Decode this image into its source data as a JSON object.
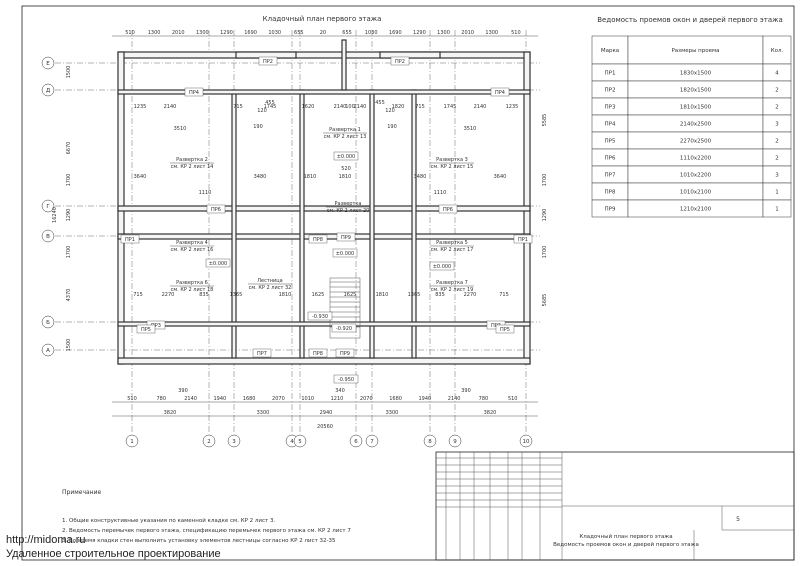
{
  "plan": {
    "title": "Кладочный план первого этажа",
    "axes_vertical": [
      "1",
      "2",
      "3",
      "4",
      "5",
      "6",
      "7",
      "8",
      "9",
      "10"
    ],
    "axes_horizontal": [
      "Е",
      "Д",
      "Г",
      "В",
      "Б",
      "А"
    ],
    "dims_top": [
      "510",
      "1300",
      "2010",
      "1300",
      "1290",
      "1690",
      "1030",
      "655",
      "20",
      "655",
      "1030",
      "1690",
      "1290",
      "1300",
      "2010",
      "1300",
      "510"
    ],
    "dims_bottom_1": [
      "510",
      "780",
      "2140",
      "1940",
      "1680",
      "2070",
      "1010",
      "1210",
      "2070",
      "1680",
      "1940",
      "2140",
      "780",
      "510"
    ],
    "dims_bottom_2": [
      "3820",
      "3300",
      "2940",
      "3300",
      "3820"
    ],
    "dims_bottom_total": "20560",
    "dims_left": [
      "1500",
      "6670",
      "1700",
      "1290",
      "1700",
      "4370",
      "1500"
    ],
    "dims_left_total": "16240",
    "dims_right": [
      "5585",
      "1700",
      "1290",
      "1700",
      "5685"
    ],
    "inner_dims": [
      "1235",
      "2140",
      "715",
      "1745",
      "1620",
      "2140",
      "100",
      "2140",
      "1820",
      "715",
      "1745",
      "2140",
      "1235",
      "3640",
      "3480",
      "1810",
      "1810",
      "3480",
      "3640",
      "715",
      "2270",
      "835",
      "1365",
      "1810",
      "1625",
      "1625",
      "1810",
      "1365",
      "835",
      "2270",
      "715",
      "3510",
      "3510",
      "1110",
      "1110",
      "455",
      "455",
      "120",
      "120",
      "190",
      "190",
      "340",
      "390",
      "390",
      "520"
    ],
    "openings": [
      "ПР2",
      "ПР2",
      "ПР4",
      "ПР4",
      "ПР6",
      "ПР6",
      "ПР1",
      "ПР1",
      "ПР3",
      "ПР3",
      "ПР5",
      "ПР5",
      "ПР7",
      "ПР8",
      "ПР9",
      "ПР9",
      "ПР8"
    ],
    "levels": [
      "±0.000",
      "±0.000",
      "±0.000",
      "±0.000",
      "-0.930",
      "-0.920",
      "-0.950"
    ],
    "callouts": [
      {
        "title": "Развертка 1",
        "ref": "см. КР 2 лист 13"
      },
      {
        "title": "Развертка 2",
        "ref": "см. КР 2 лист 14"
      },
      {
        "title": "Развертка 3",
        "ref": "см. КР 2 лист 15"
      },
      {
        "title": "Развертка 4",
        "ref": "см. КР 2 лист 16"
      },
      {
        "title": "Развертка 5",
        "ref": "см. КР 2 лист 17"
      },
      {
        "title": "Развертка 6",
        "ref": "см. КР 2 лист 18"
      },
      {
        "title": "Развертка 7",
        "ref": "см. КР 2 лист 19"
      },
      {
        "title": "Развертка",
        "ref": "см. КР 2 лист 20"
      },
      {
        "title": "Лестница",
        "ref": "см. КР 2 лист 32"
      }
    ]
  },
  "schedule": {
    "title": "Ведомость проемов окон и дверей первого этажа",
    "headers": [
      "Марка",
      "Размеры проема",
      "Кол."
    ],
    "rows": [
      [
        "ПР1",
        "1830x1500",
        "4"
      ],
      [
        "ПР2",
        "1820x1500",
        "2"
      ],
      [
        "ПР3",
        "1810x1500",
        "2"
      ],
      [
        "ПР4",
        "2140x2500",
        "3"
      ],
      [
        "ПР5",
        "2270x2500",
        "2"
      ],
      [
        "ПР6",
        "1110x2200",
        "2"
      ],
      [
        "ПР7",
        "1010x2200",
        "3"
      ],
      [
        "ПР8",
        "1010x2100",
        "1"
      ],
      [
        "ПР9",
        "1210x2100",
        "1"
      ]
    ]
  },
  "notes": {
    "heading": "Примечание",
    "items": [
      "1. Общие конструктивные указания по каменной кладке см. КР 2 лист 3.",
      "2. Ведомость перемычек первого этажа, спецификацию перемычек первого этажа см. КР 2 лист 7",
      "3. Во время кладки стен выполнить установку элементов лестницы согласно КР 2 лист 32-35"
    ]
  },
  "title_block": {
    "line1": "Кладочный план первого этажа",
    "line2": "Ведомость проемов окон и дверей первого этажа",
    "sheet": "5"
  },
  "watermark": {
    "url": "http://midoma.ru",
    "tagline": "Удаленное строительное проектирование"
  }
}
